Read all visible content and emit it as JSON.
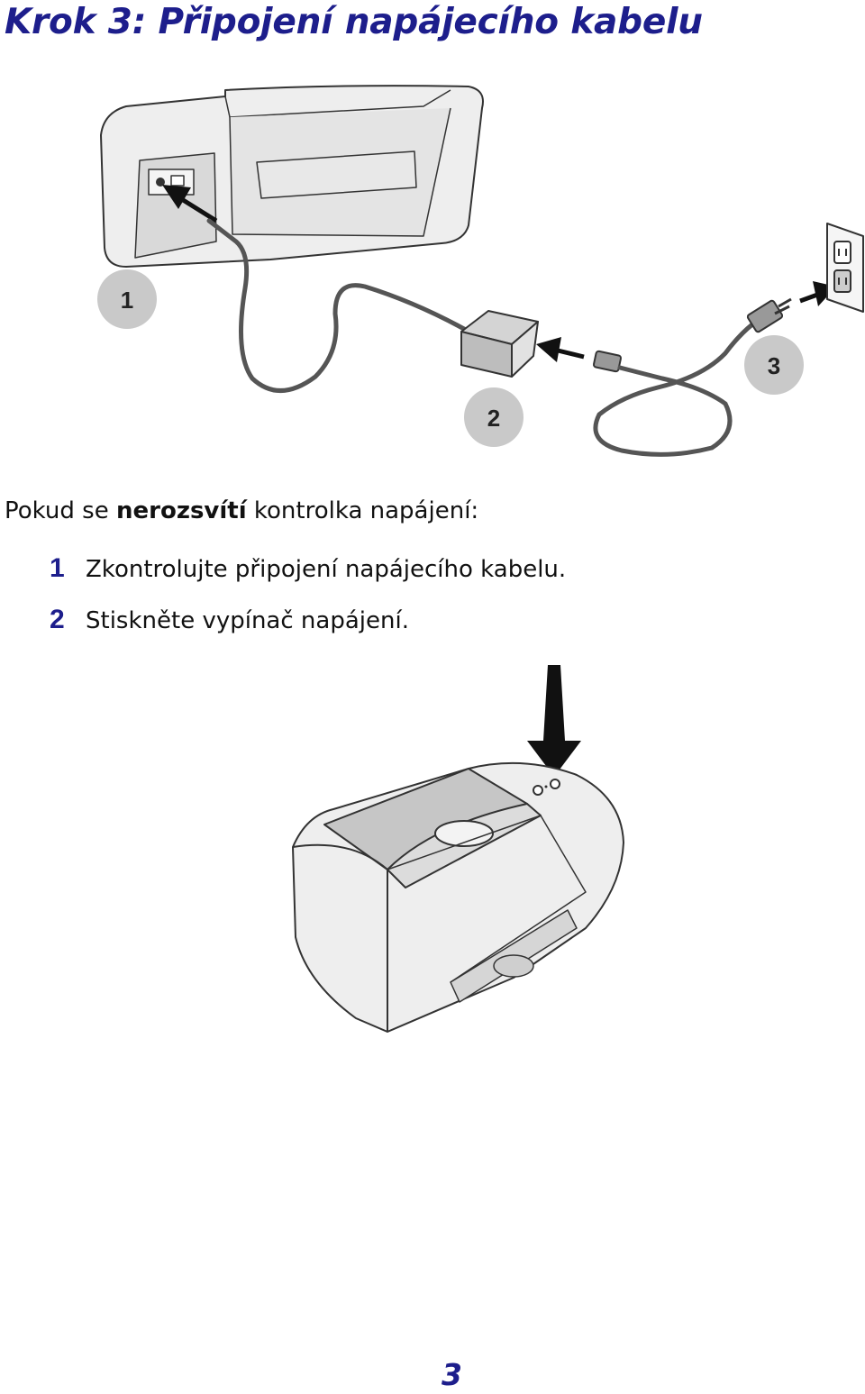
{
  "title": "Krok 3: Připojení napájecího kabelu",
  "figure1": {
    "callouts": [
      "1",
      "2",
      "3"
    ],
    "colors": {
      "callout_fill": "#c9c9c9",
      "device_fill": "#eeeeee",
      "outline": "#333333"
    }
  },
  "intro": {
    "prefix": "Pokud se ",
    "emphasis": "nerozsvítí",
    "suffix": " kontrolka napájení:"
  },
  "steps": [
    {
      "number": "1",
      "text": "Zkontrolujte připojení napájecího kabelu."
    },
    {
      "number": "2",
      "text": "Stiskněte vypínač napájení."
    }
  ],
  "page_number": "3",
  "accent_color": "#1d1e8c"
}
